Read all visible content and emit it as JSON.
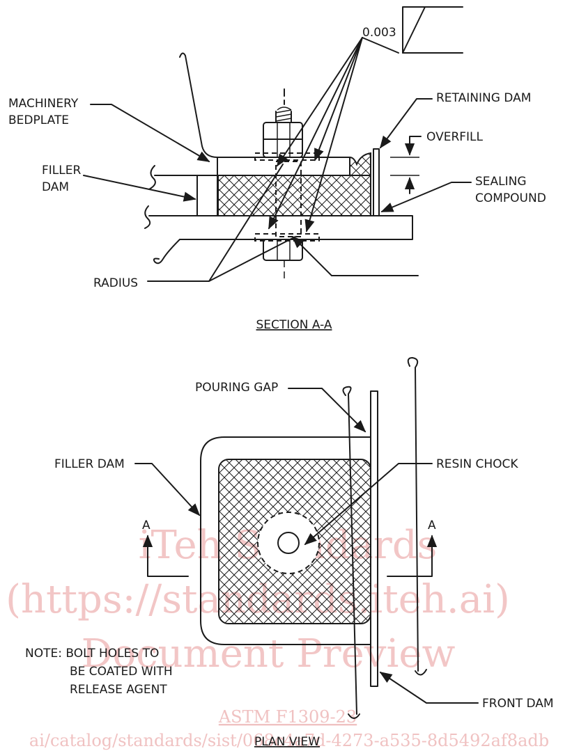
{
  "section": {
    "dimension": "0.003",
    "machinery_bedplate_line1": "MACHINERY",
    "machinery_bedplate_line2": "BEDPLATE",
    "retaining_dam": "RETAINING DAM",
    "overfill": "OVERFILL",
    "filler_dam_line1": "FILLER",
    "filler_dam_line2": "DAM",
    "sealing_compound_line1": "SEALING",
    "sealing_compound_line2": "COMPOUND",
    "radius": "RADIUS",
    "title": "SECTION A-A"
  },
  "plan": {
    "pouring_gap": "POURING GAP",
    "filler_dam": "FILLER DAM",
    "resin_chock": "RESIN CHOCK",
    "section_marker_left": "A",
    "section_marker_right": "A",
    "note_line1": "NOTE: BOLT HOLES TO",
    "note_line2": "BE COATED WITH",
    "note_line3": "RELEASE AGENT",
    "front_dam": "FRONT DAM",
    "title": "PLAN VIEW"
  },
  "watermark": {
    "line1": "iTeh Standards",
    "line2": "(https://standards.iteh.ai)",
    "line3": "Document Preview",
    "line4": "ASTM F1309-23",
    "line5": "ai/catalog/standards/sist/068c4a7d-4273-a535-8d5492af8adb"
  },
  "colors": {
    "line": "#1a1a1a",
    "watermark": "#f2c6c6"
  }
}
